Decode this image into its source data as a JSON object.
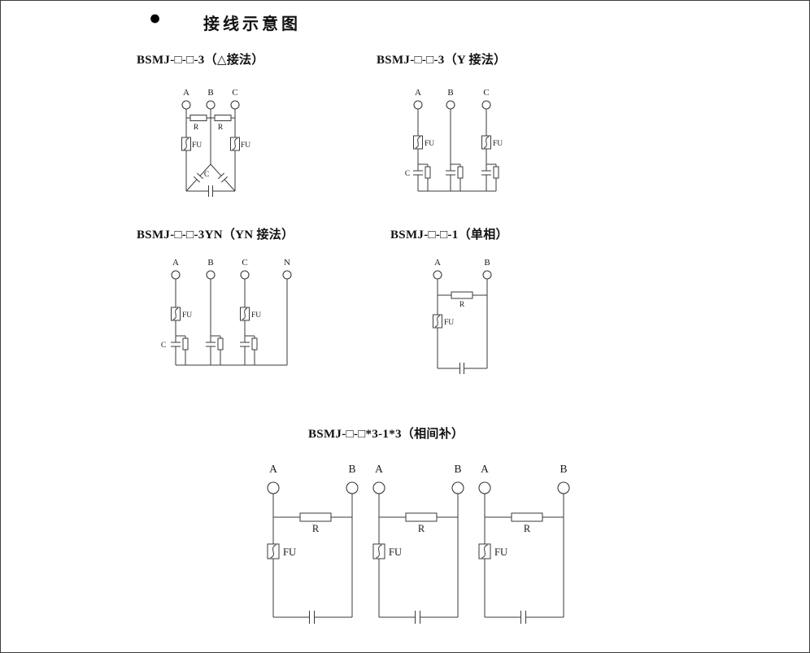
{
  "page": {
    "bullet": "●",
    "title": "接线示意图"
  },
  "diagrams": {
    "delta": {
      "title": "BSMJ-□-□-3（△接法）",
      "labels": {
        "a": "A",
        "b": "B",
        "c": "C",
        "r": "R",
        "fu": "FU",
        "cap": "C"
      }
    },
    "wye": {
      "title": "BSMJ-□-□-3（Y 接法）",
      "labels": {
        "a": "A",
        "b": "B",
        "c": "C",
        "fu": "FU",
        "cap": "C"
      }
    },
    "yn": {
      "title": "BSMJ-□-□-3YN（YN 接法）",
      "labels": {
        "a": "A",
        "b": "B",
        "c": "C",
        "n": "N",
        "fu": "FU",
        "cap": "C"
      }
    },
    "single": {
      "title": "BSMJ-□-□-1（单相）",
      "labels": {
        "a": "A",
        "b": "B",
        "r": "R",
        "fu": "FU"
      }
    },
    "interphase": {
      "title": "BSMJ-□-□*3-1*3（相间补）",
      "labels": {
        "a": "A",
        "b": "B",
        "r": "R",
        "fu": "FU"
      }
    }
  }
}
